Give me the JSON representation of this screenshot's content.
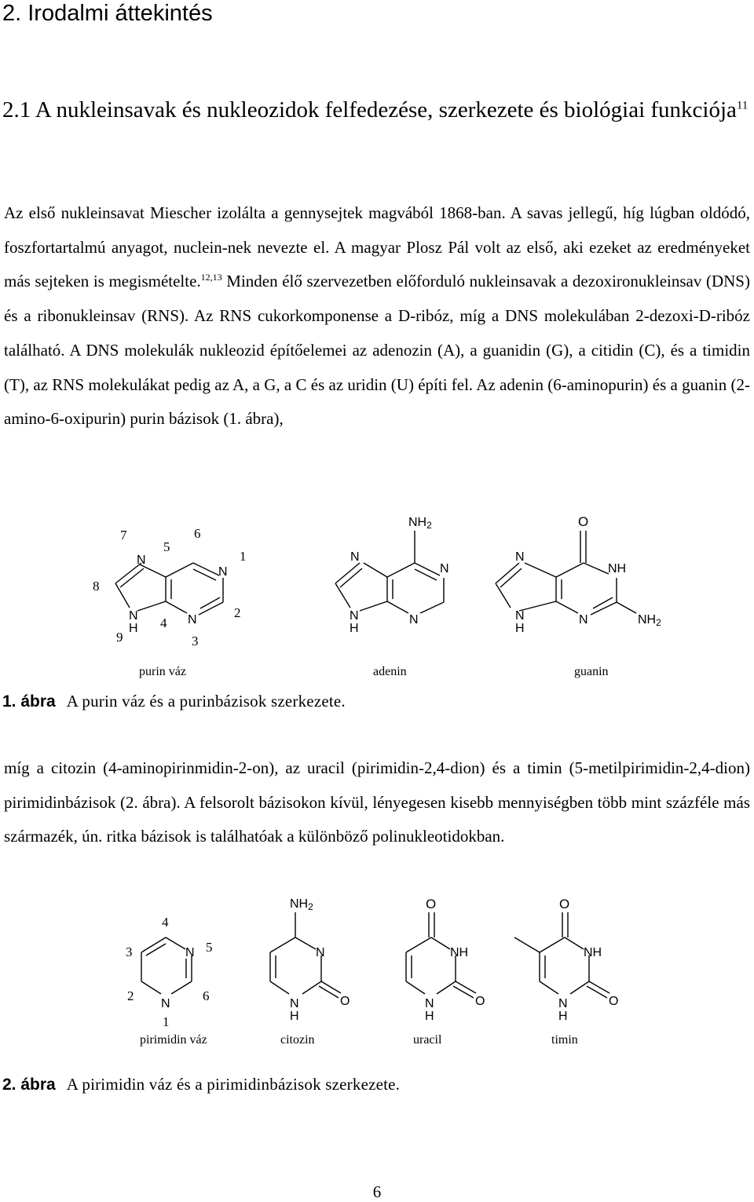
{
  "section_title": "2. Irodalmi áttekintés",
  "subsection": {
    "title": "2.1 A nukleinsavak és nukleozidok felfedezése, szerkezete és biológiai funkciója",
    "ref": "11"
  },
  "paragraph1": {
    "part1": "Az első nukleinsavat Miescher izolálta a gennysejtek magvából 1868-ban. A savas jellegű, híg lúgban oldódó, foszfortartalmú anyagot, nuclein-nek nevezte el. A magyar Plosz Pál volt az első, aki ezeket az eredményeket más sejteken is megismételte.",
    "ref": "12,13",
    "part2": " Minden élő szervezetben előforduló nukleinsavak a dezoxironukleinsav (DNS) és a ribonukleinsav (RNS). Az RNS cukorkomponense a D-ribóz, míg a DNS molekulában 2-dezoxi-D-ribóz található. A DNS molekulák nukleozid építőelemei az adenozin (A), a guanidin (G), a citidin (C), és a timidin (T), az RNS molekulákat pedig az A, a G, a C és az uridin (U) építi fel. Az adenin (6-aminopurin) és a guanin (2-amino-6-oxipurin) purin bázisok (1. ábra),"
  },
  "figure1": {
    "atoms": {
      "N": "N",
      "H": "H",
      "NH": "NH",
      "NH2_main": "NH",
      "NH2_sub": "2",
      "O": "O"
    },
    "ring_numbers": [
      "1",
      "2",
      "3",
      "4",
      "5",
      "6",
      "7",
      "8",
      "9"
    ],
    "labels": [
      "purin váz",
      "adenin",
      "guanin"
    ],
    "caption_num": "1. ábra",
    "caption_text": "A purin váz és a purinbázisok szerkezete."
  },
  "paragraph2": "míg a citozin (4-aminopirinmidin-2-on), az uracil (pirimidin-2,4-dion) és a timin (5-metilpirimidin-2,4-dion) pirimidinbázisok (2. ábra). A felsorolt bázisokon kívül, lényegesen kisebb mennyiségben több mint százféle más származék, ún. ritka bázisok is találhatóak a különböző polinukleotidokban.",
  "figure2": {
    "atoms": {
      "N": "N",
      "H": "H",
      "NH": "NH",
      "NH2_main": "NH",
      "NH2_sub": "2",
      "O": "O"
    },
    "ring_numbers": [
      "1",
      "2",
      "3",
      "4",
      "5",
      "6"
    ],
    "labels": [
      "pirimidin váz",
      "citozin",
      "uracil",
      "timin"
    ],
    "caption_num": "2. ábra",
    "caption_text": "A pirimidin váz és a pirimidinbázisok szerkezete."
  },
  "page_number": "6"
}
